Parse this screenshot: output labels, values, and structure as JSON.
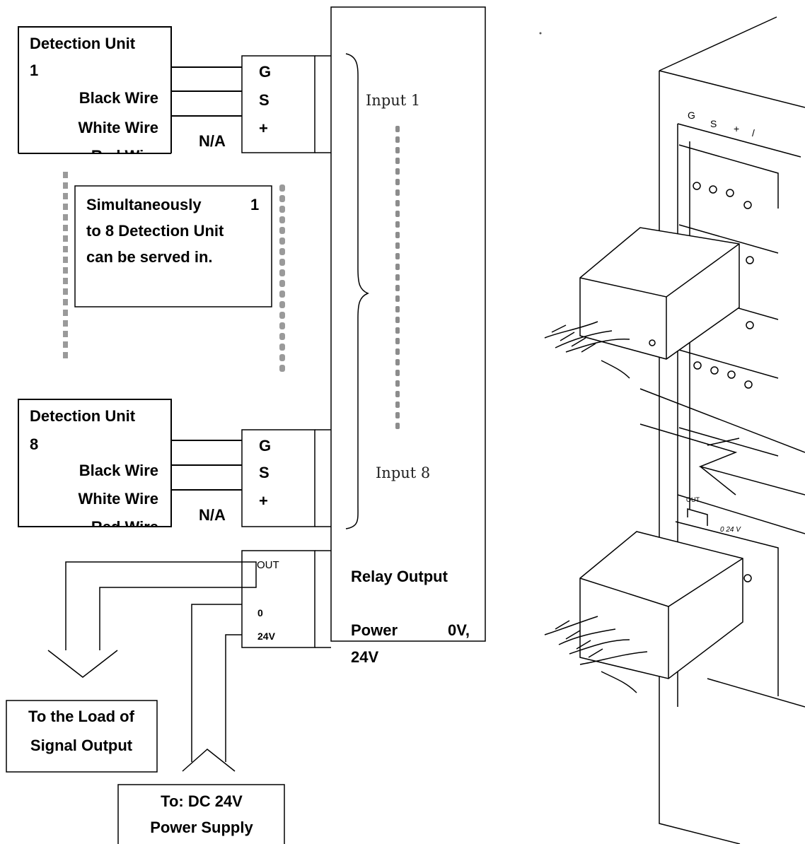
{
  "detection_unit_1": {
    "title_line1": "Detection Unit",
    "title_line2": "1",
    "wire_black": "Black Wire",
    "wire_white": "White Wire",
    "wire_red": "Red Wire"
  },
  "detection_unit_8": {
    "title_line1": "Detection  Unit",
    "title_line2": "8",
    "wire_black": "Black Wire",
    "wire_white": "White Wire",
    "wire_red": "Red Wire"
  },
  "terminal_labels": {
    "g": "G",
    "s": "S",
    "plus": "+",
    "na": "N/A"
  },
  "note": {
    "line1a": "Simultaneously",
    "line1b": "1",
    "line2": "to 8 Detection Unit",
    "line3": "can be served in."
  },
  "inputs": {
    "input1": "Input  1",
    "input8": "Input  8"
  },
  "output_terminal": {
    "out": "OUT",
    "zero": "0",
    "v24": "24V"
  },
  "main_panel": {
    "relay_output": "Relay Output",
    "power_label": "Power",
    "power_values": "0V,",
    "power_line2": "24V"
  },
  "load_box": {
    "line1": "To the Load of",
    "line2": "Signal Output"
  },
  "supply_box": {
    "line1": "To: DC 24V",
    "line2": "Power Supply"
  },
  "device_sketch": {
    "header_g": "G",
    "header_s": "S",
    "header_plus": "+",
    "header_slash": "/",
    "out_label": "OUT",
    "power_label": "0 24 V"
  }
}
